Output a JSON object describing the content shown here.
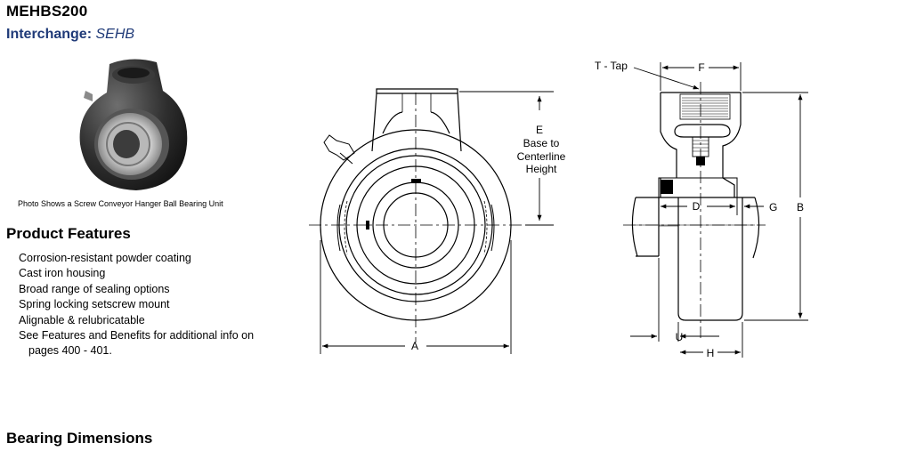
{
  "product": {
    "model": "MEHBS200",
    "interchange_label": "Interchange:",
    "interchange_value": "SEHB"
  },
  "photo": {
    "caption": "Photo Shows a Screw Conveyor Hanger Ball Bearing Unit"
  },
  "features": {
    "heading": "Product Features",
    "items": [
      "Corrosion-resistant powder coating",
      "Cast iron housing",
      "Broad range of sealing options",
      "Spring locking setscrew mount",
      "Alignable & relubricatable",
      "See Features and Benefits for additional info on"
    ],
    "continuation": "pages 400 - 401."
  },
  "dimensions_heading": "Bearing Dimensions",
  "drawing_labels": {
    "A": "A",
    "E": "E",
    "E_line1": "Base to",
    "E_line2": "Centerline",
    "E_line3": "Height",
    "T": "T - Tap",
    "F": "F",
    "D": "D",
    "G": "G",
    "B": "B",
    "U": "U",
    "H": "H"
  }
}
